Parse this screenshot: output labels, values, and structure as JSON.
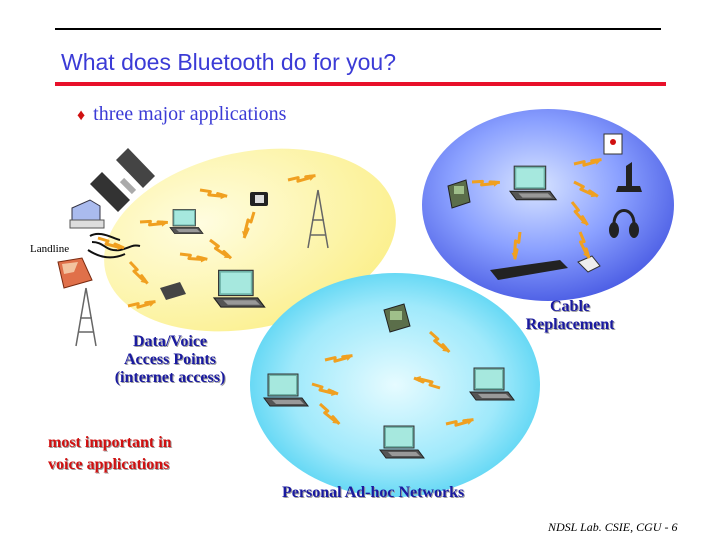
{
  "slide": {
    "title": "What does Bluetooth do for you?",
    "bullet": "three major applications",
    "bullet_marker": "♦",
    "footer": "NDSL Lab. CSIE, CGU - 6"
  },
  "scenes": {
    "access_points": {
      "label": "Data/Voice\nAccess Points\n(internet access)",
      "landline_label": "Landline",
      "note": "most important in\nvoice applications"
    },
    "cable_replacement": {
      "label": "Cable\nReplacement"
    },
    "adhoc": {
      "label": "Personal Ad-hoc Networks"
    }
  },
  "colors": {
    "title": "#3b3bd6",
    "title_rule": "#e8102a",
    "label": "#1a1aa0",
    "note": "#d01010",
    "access_area": "#fff7a8",
    "cable_area": "#4a58e8",
    "adhoc_area": "#55d8f4",
    "link_arrow": "#f0a020"
  },
  "icons": [
    "satellite-icon",
    "telephone-icon",
    "radio-tower-icon",
    "laptop-icon",
    "pda-icon",
    "printer-icon",
    "joystick-icon",
    "headset-icon",
    "keyboard-icon",
    "mouse-icon",
    "camera-icon",
    "cellphone-icon"
  ]
}
